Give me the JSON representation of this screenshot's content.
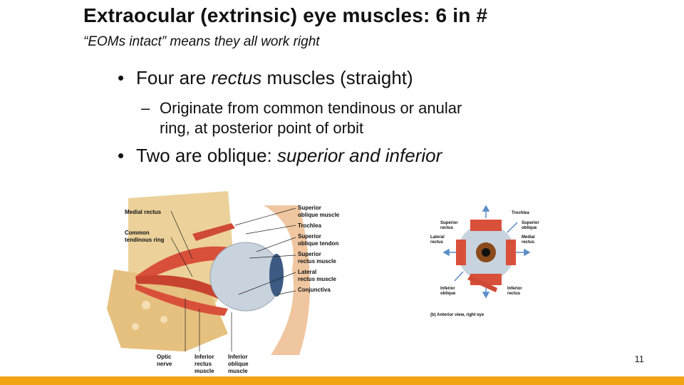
{
  "slide": {
    "title": "Extraocular (extrinsic) eye muscles: 6 in #",
    "subtitle": "“EOMs intact” means they all work right",
    "bullet1": {
      "pre": "Four are ",
      "em": "rectus",
      "post": "  muscles (straight)"
    },
    "sub1": {
      "line1": "Originate from common tendinous or anular",
      "line2": "ring, at posterior point of orbit"
    },
    "bullet2": {
      "pre": "Two are oblique: ",
      "em": "superior and inferior"
    },
    "bullet_glyph": "•",
    "dash_glyph": "–",
    "page_number": "11"
  },
  "lateral_figure": {
    "labels_left": [
      "Medial rectus",
      "Common",
      "tendinous ring"
    ],
    "labels_right": [
      "Superior",
      "oblique muscle",
      "Trochlea",
      "Superior",
      "oblique tendon",
      "Superior",
      "rectus muscle",
      "Lateral",
      "rectus muscle",
      "Conjunctiva"
    ],
    "labels_bottom": [
      "Optic",
      "nerve",
      "Inferior",
      "rectus",
      "muscle",
      "Inferior",
      "oblique",
      "muscle"
    ]
  },
  "anterior_figure": {
    "labels": [
      "Trochlea",
      "Superior",
      "oblique",
      "Superior",
      "rectus",
      "Lateral",
      "rectus",
      "Medial",
      "rectus",
      "Inferior",
      "oblique",
      "Inferior",
      "rectus"
    ],
    "caption": "(b) Anterior view, right eye"
  },
  "colors": {
    "accent_bar": "#f2a311",
    "muscle": "#d9503a",
    "bone": "#e8c98a",
    "eye_iris": "#8a4a1a"
  }
}
